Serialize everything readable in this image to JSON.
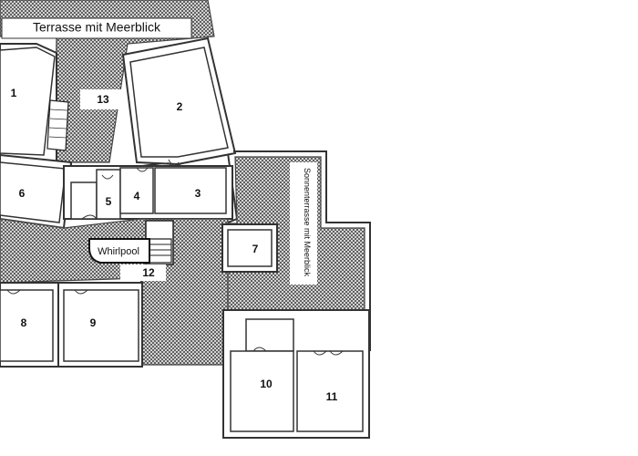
{
  "terrace_top": "Terrasse mit Meerblick",
  "sun_terrace": "Sonnenterrasse mit Meerblick",
  "whirlpool": "Whirlpool",
  "rooms": {
    "r1": "1",
    "r2": "2",
    "r3": "3",
    "r4": "4",
    "r5": "5",
    "r6": "6",
    "r7": "7",
    "r8": "8",
    "r9": "9",
    "r10": "10",
    "r11": "11",
    "r12": "12",
    "r13": "13"
  },
  "colors": {
    "wall": "#333333",
    "hatch": "#555555",
    "background": "#ffffff"
  }
}
